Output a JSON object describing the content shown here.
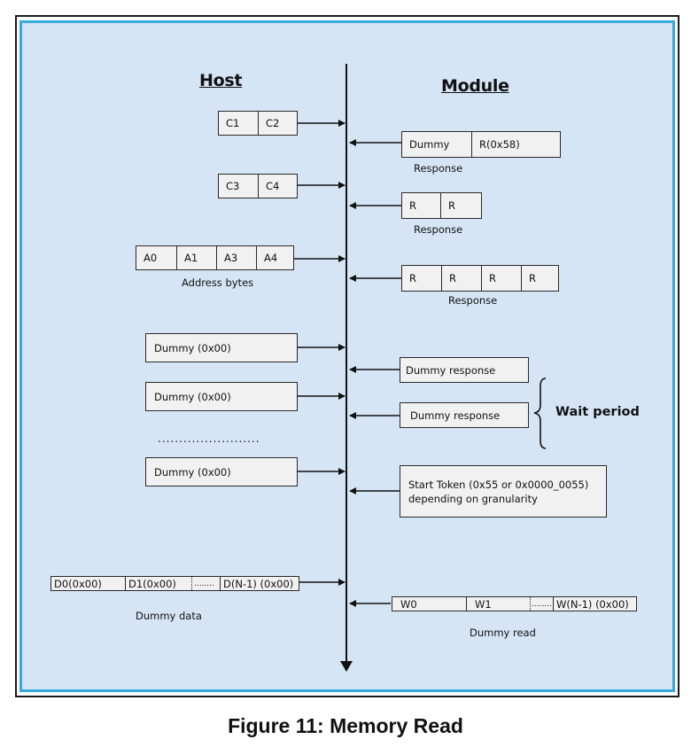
{
  "headers": {
    "host": "Host",
    "module": "Module"
  },
  "host": {
    "cmd1": [
      "C1",
      "C2"
    ],
    "cmd2": [
      "C3",
      "C4"
    ],
    "addr": [
      "A0",
      "A1",
      "A3",
      "A4"
    ],
    "addr_label": "Address bytes",
    "dummy1": "Dummy (0x00)",
    "dummy2": "Dummy (0x00)",
    "dots": "........................",
    "dummy3": "Dummy (0x00)",
    "data": [
      "D0(0x00)",
      "D1(0x00)",
      "........",
      "D(N-1) (0x00)"
    ],
    "data_label": "Dummy data"
  },
  "module": {
    "resp1": [
      "Dummy",
      "R(0x58)"
    ],
    "resp1_label": "Response",
    "resp2": [
      "R",
      "R"
    ],
    "resp2_label": "Response",
    "resp3": [
      "R",
      "R",
      "R",
      "R"
    ],
    "resp3_label": "Response",
    "dummy_resp1": "Dummy response",
    "dummy_resp2": "Dummy response",
    "wait_label": "Wait period",
    "start_token_line1": "Start Token (0x55 or 0x0000_0055)",
    "start_token_line2": "depending on granularity",
    "read": [
      "W0",
      "W1",
      "........",
      "W(N-1) (0x00)"
    ],
    "read_label": "Dummy read"
  },
  "caption": "Figure 11: Memory Read"
}
